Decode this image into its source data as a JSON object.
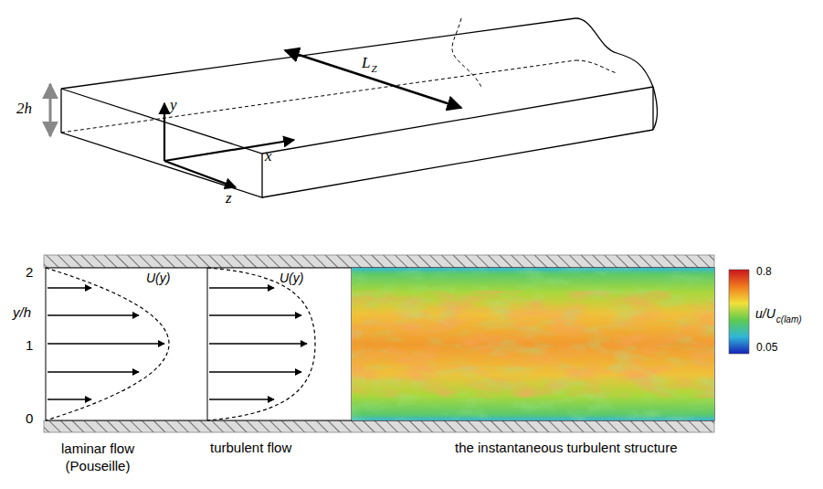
{
  "diagram": {
    "labels": [
      "2h",
      "y",
      "x",
      "z",
      "L",
      "Z",
      "2",
      "y/h",
      "1",
      "0",
      "U(y)",
      "U(y)",
      "u/U",
      "c(lam)",
      "0.8",
      "0.05",
      "laminar flow (Pouseille)",
      "turbulent flow",
      "the instantaneous turbulent structure"
    ]
  }
}
